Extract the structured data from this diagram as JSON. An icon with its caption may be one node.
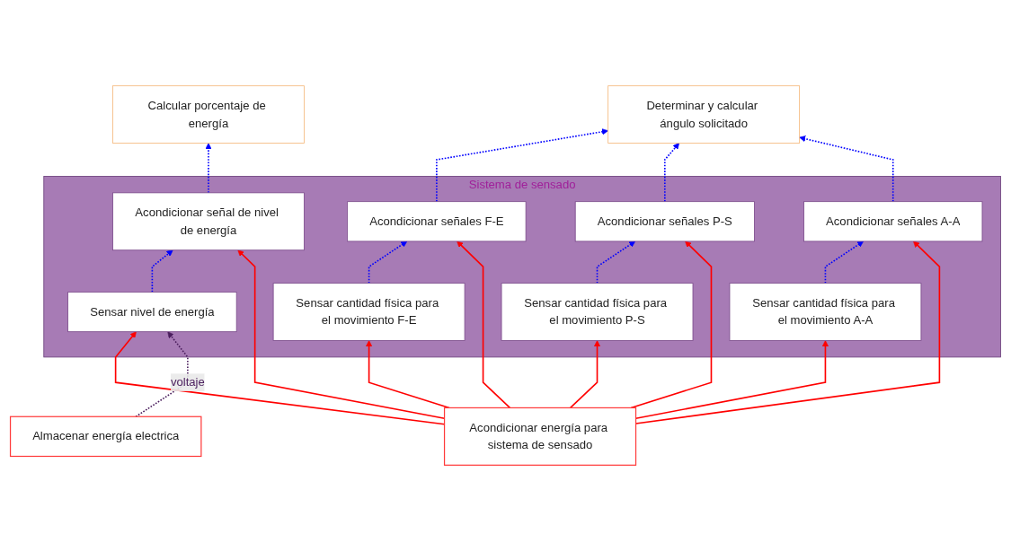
{
  "diagram": {
    "nodes": [
      {
        "text": [
          "Calcular porcentaje de energía"
        ]
      },
      {
        "text": [
          "Determinar y calcular ángulo solicitado"
        ]
      },
      {
        "text": [
          "Sistema de sensado"
        ]
      },
      {
        "text": [
          "Acondicionar señal de nivel de energía"
        ],
        "in": 2
      },
      {
        "text": [
          "Acondicionar señales F-E"
        ],
        "in": 2
      },
      {
        "text": [
          "Acondicionar señales P-S"
        ],
        "in": 2
      },
      {
        "text": [
          "Acondicionar señales A-A"
        ],
        "in": 2
      },
      {
        "text": [
          "Acondicionar energía para sistema de sensado"
        ]
      },
      {
        "text": [
          "Sensar nivel de energía"
        ],
        "in": 2
      },
      {
        "text": [
          "Almacenar energía electrica"
        ]
      },
      {
        "text": [
          "Sensar cantidad física para el movimiento F-E"
        ],
        "in": 2
      },
      {
        "text": [
          "Sensar cantidad física para el movimiento P-S"
        ],
        "in": 2
      },
      {
        "text": [
          "Sensar cantidad física para el movimiento A-A"
        ],
        "in": 2
      }
    ],
    "edges": [
      {
        "from": 3,
        "to": 0,
        "arrow": "to",
        "style": "dashed",
        "color": "#0000ff"
      },
      {
        "from": 4,
        "to": 1,
        "arrow": "to",
        "style": "dashed",
        "color": "#0000ff"
      },
      {
        "from": 5,
        "to": 1,
        "arrow": "to",
        "style": "dashed",
        "color": "#0000ff"
      },
      {
        "from": 6,
        "to": 1,
        "arrow": "to",
        "style": "dashed",
        "color": "#0000ff"
      },
      {
        "from": 8,
        "to": 3,
        "arrow": "to",
        "style": "dashed",
        "color": "#0000ff"
      },
      {
        "from": 10,
        "to": 4,
        "arrow": "to",
        "style": "dashed",
        "color": "#0000ff"
      },
      {
        "from": 11,
        "to": 5,
        "arrow": "to",
        "style": "dashed",
        "color": "#0000ff"
      },
      {
        "from": 12,
        "to": 6,
        "arrow": "to",
        "style": "dashed",
        "color": "#0000ff"
      },
      {
        "from": 7,
        "to": 3,
        "arrow": "to",
        "color": "#ff0000"
      },
      {
        "from": 7,
        "to": 8,
        "arrow": "to",
        "color": "#ff0000"
      },
      {
        "from": 7,
        "to": 4,
        "arrow": "to",
        "color": "#ff0000"
      },
      {
        "from": 7,
        "to": 10,
        "arrow": "to",
        "color": "#ff0000"
      },
      {
        "from": 7,
        "to": 5,
        "arrow": "to",
        "color": "#ff0000"
      },
      {
        "from": 7,
        "to": 11,
        "arrow": "to",
        "color": "#ff0000"
      },
      {
        "from": 7,
        "to": 6,
        "arrow": "to",
        "color": "#ff0000"
      },
      {
        "from": 7,
        "to": 12,
        "arrow": "to",
        "color": "#ff0000"
      },
      {
        "from": 9,
        "to": 8,
        "arrow": "to",
        "label": "voltaje",
        "style": "dashed",
        "color": "#4b1f5e"
      }
    ]
  }
}
